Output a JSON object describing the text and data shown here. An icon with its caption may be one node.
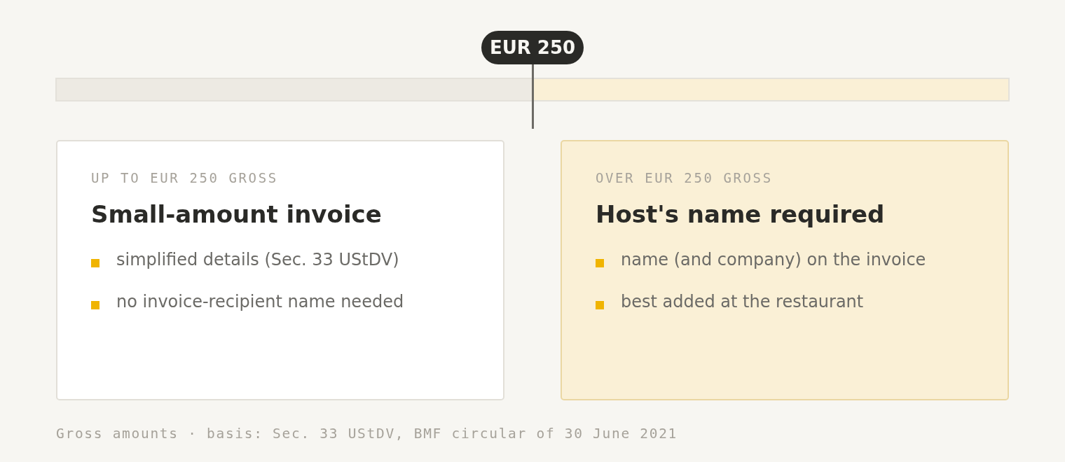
{
  "diagram": {
    "nodes": [
      {
        "text": [
          "EUR 250"
        ]
      },
      {
        "text": [
          "UP TO EUR 250 GROSS",
          "Small-amount invoice",
          "simplified details (Sec. 33 UStDV)",
          "no invoice-recipient name needed"
        ]
      },
      {
        "text": [
          "OVER EUR 250 GROSS",
          "Host's name required",
          "name (and company) on the invoice",
          "best added at the restaurant"
        ]
      }
    ],
    "caption": "Gross amounts · basis: Sec. 33 UStDV, BMF circular of 30 June 2021"
  }
}
